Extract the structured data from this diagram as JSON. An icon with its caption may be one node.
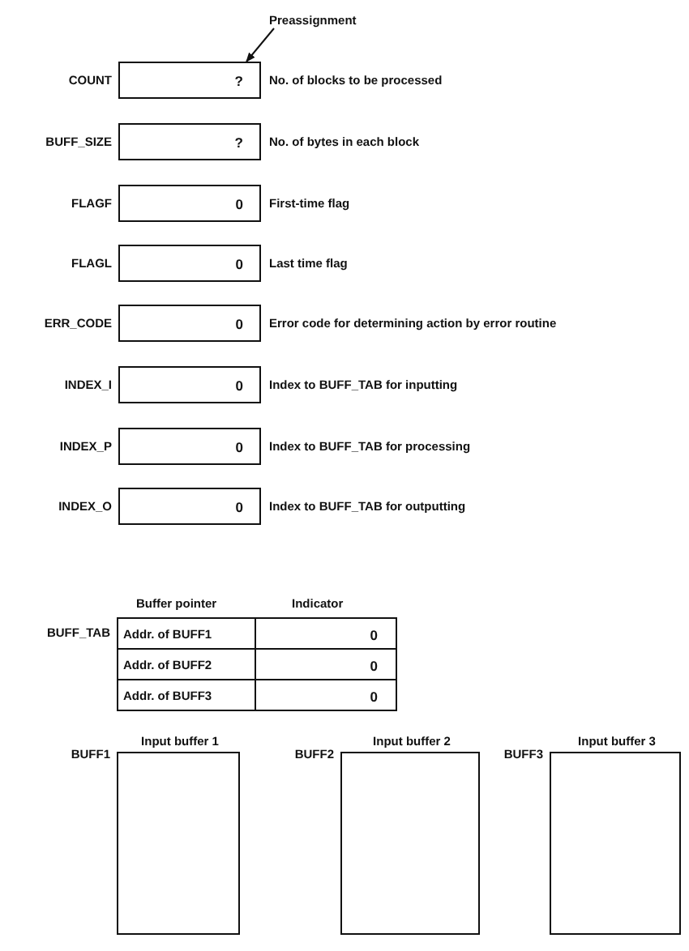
{
  "diagram": {
    "nodes": [
      {
        "text": [
          "Preassignment"
        ]
      },
      {
        "text": [
          "?"
        ],
        "beside": [
          "COUNT",
          "No. of blocks to be processed"
        ]
      },
      {
        "text": [
          "?"
        ],
        "beside": [
          "BUFF_SIZE",
          "No. of bytes in each block"
        ]
      },
      {
        "text": [
          "0"
        ],
        "beside": [
          "FLAGF",
          "First-time flag"
        ]
      },
      {
        "text": [
          "0"
        ],
        "beside": [
          "FLAGL",
          "Last time flag"
        ]
      },
      {
        "text": [
          "0"
        ],
        "beside": [
          "ERR_CODE",
          "Error code for determining action by error routine"
        ]
      },
      {
        "text": [
          "0"
        ],
        "beside": [
          "INDEX_I",
          "Index to BUFF_TAB for inputting"
        ]
      },
      {
        "text": [
          "0"
        ],
        "beside": [
          "INDEX_P",
          "Index to BUFF_TAB for processing"
        ]
      },
      {
        "text": [
          "0"
        ],
        "beside": [
          "INDEX_O",
          "Index to BUFF_TAB for outputting"
        ]
      },
      {
        "text": [
          "Addr. of BUFF1",
          "0"
        ],
        "beside": [
          "BUFF_TAB"
        ]
      },
      {
        "text": [
          "Addr. of BUFF2",
          "0"
        ]
      },
      {
        "text": [
          "Addr. of BUFF3",
          "0"
        ]
      },
      {
        "text": [
          "Input buffer 1"
        ],
        "beside": [
          "BUFF1"
        ]
      },
      {
        "text": [
          "Input buffer 2"
        ],
        "beside": [
          "BUFF2"
        ]
      },
      {
        "text": [
          "Input buffer 3"
        ],
        "beside": [
          "BUFF3"
        ]
      }
    ],
    "edges": [
      {
        "from": 0,
        "to": 1,
        "arrow": "to"
      }
    ],
    "labels": [
      "Buffer pointer",
      "Indicator"
    ]
  }
}
